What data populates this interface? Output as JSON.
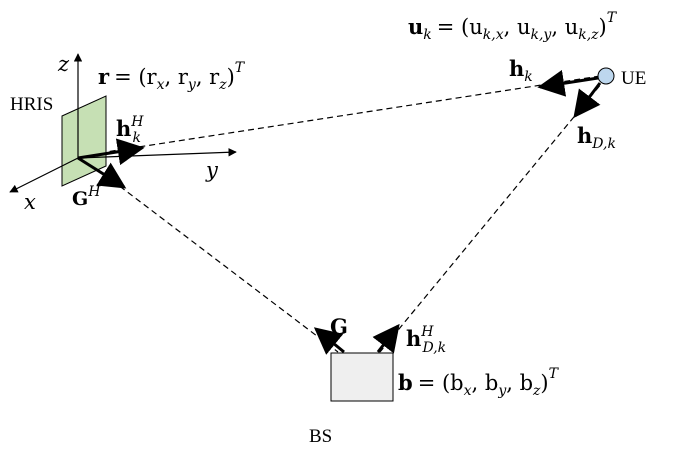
{
  "labels": {
    "hris": "HRIS",
    "ue": "UE",
    "bs": "BS"
  },
  "axes": {
    "x": "x",
    "y": "y",
    "z": "z"
  },
  "equations": {
    "r_lhs": "r",
    "r_rhs": "= (r",
    "r_sub_x": "x",
    "r_sep1": ", r",
    "r_sub_y": "y",
    "r_sep2": ", r",
    "r_sub_z": "z",
    "r_close": ")",
    "r_sup": "T",
    "u_lhs": "u",
    "u_lhs_sub": "k",
    "u_rhs": "= (u",
    "u_sub_x": "k,x",
    "u_sep1": ", u",
    "u_sub_y": "k,y",
    "u_sep2": ", u",
    "u_sub_z": "k,z",
    "u_close": ")",
    "u_sup": "T",
    "b_lhs": "b",
    "b_rhs": "= (b",
    "b_sub_x": "x",
    "b_sep1": ", b",
    "b_sub_y": "y",
    "b_sep2": ", b",
    "b_sub_z": "z",
    "b_close": ")",
    "b_sup": "T"
  },
  "vectors": {
    "hk_H": "h",
    "hk_H_sup": "H",
    "hk_H_sub": "k",
    "G_H": "G",
    "G_H_sup": "H",
    "hk": "h",
    "hk_sub": "k",
    "hDk": "h",
    "hDk_sub": "D,k",
    "G": "G",
    "hDk_H": "h",
    "hDk_H_sup": "H",
    "hDk_H_sub": "D,k"
  },
  "colors": {
    "hris_panel": "#c6e0b4",
    "hris_panel_stroke": "#000000",
    "ue_node": "#bdd7ee",
    "bs_box": "#efefef",
    "line": "#000000"
  }
}
